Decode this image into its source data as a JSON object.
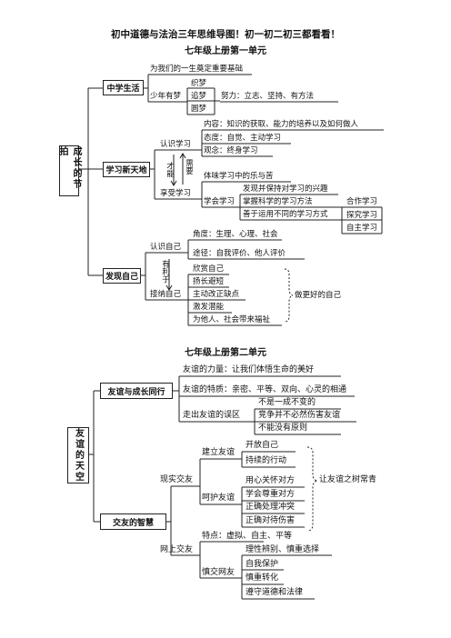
{
  "header": {
    "title": "初中道德与法治三年思维导图！初一初二初三都看看！",
    "unit1_title": "七年级上册第一单元",
    "unit2_title": "七年级上册第二单元"
  },
  "map1": {
    "root": "成长的节拍",
    "b1": {
      "label": "中学生活",
      "items": [
        "为我们的一生奠定重要基础",
        "少年有梦"
      ],
      "dreams": [
        "织梦",
        "追梦",
        "圆梦"
      ],
      "effort": "努力：立志、坚持、有方法"
    },
    "b2": {
      "label": "学习新天地",
      "know": "认识学习",
      "know_items": [
        "内容：知识的获取、能力的培养以及如何做人",
        "态度：自觉、主动学习",
        "观念：终身学习"
      ],
      "vert_left": "才能",
      "vert_right": "需要",
      "enjoy": "享受学习",
      "enjoy_items": [
        "体味学习中的乐与苦",
        "学会学习"
      ],
      "learn_items": [
        "发现并保持对学习的兴趣",
        "掌握科学的学习方法",
        "善于运用不同的学习方式"
      ],
      "styles": [
        "合作学习",
        "探究学习",
        "自主学习"
      ]
    },
    "b3": {
      "label": "发现自己",
      "know": "认识自己",
      "know_items": [
        "角度：生理、心理、社会",
        "途径：自我评价、他人评价"
      ],
      "vert_mid": "有利于",
      "accept": "接纳自己",
      "accept_items": [
        "欣赏自己",
        "扬长避短",
        "主动改正缺点",
        "激发潜能",
        "为他人、社会带来福祉"
      ],
      "better": "做更好的自己"
    }
  },
  "map2": {
    "root": "友谊的天空",
    "b1": {
      "label": "友谊与成长同行",
      "power": "友谊的力量：让我们体悟生命的美好",
      "traits": "友谊的特质：亲密、平等、双向、心灵的相通",
      "myth": "走出友谊的误区",
      "myth_items": [
        "不是一成不变的",
        "竞争并不必然伤害友谊",
        "不能没有原则"
      ]
    },
    "b2": {
      "label": "交友的智慧",
      "real": "现实交友",
      "build": "建立友谊",
      "build_items": [
        "开放自己",
        "持续的行动"
      ],
      "care": "呵护友谊",
      "care_items": [
        "用心关怀对方",
        "学会尊重对方",
        "正确处理冲突",
        "正确对待伤害"
      ],
      "evergreen": "让友谊之树常青",
      "online": "网上交友",
      "online_feat": "特点：虚拟、自主、平等",
      "cautious": "慎交网友",
      "cautious_items": [
        "理性辨别、慎重选择",
        "自我保护",
        "慎重转化",
        "遵守道德和法律"
      ]
    }
  }
}
